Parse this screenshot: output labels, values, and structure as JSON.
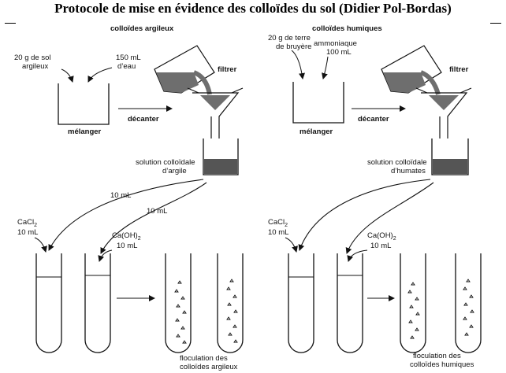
{
  "title": "Protocole de mise en évidence des colloïdes du sol (Didier Pol-Bordas)",
  "left": {
    "heading": "colloïdes argileux",
    "solid_l1": "20 g de sol",
    "solid_l2": "argileux",
    "liquid_l1": "150 mL",
    "liquid_l2": "d’eau",
    "mix_label": "mélanger",
    "decant_label": "décanter",
    "filter_label": "filtrer",
    "solution_l1": "solution colloïdale",
    "solution_l2": "d’argile",
    "vol_a": "10 mL",
    "vol_b": "10 mL",
    "reagent1": "CaCl",
    "reagent1_sub": "2",
    "reagent1_vol": "10 mL",
    "reagent2": "Ca(OH)",
    "reagent2_sub": "2",
    "reagent2_vol": "10 mL",
    "result_l1": "floculation des",
    "result_l2": "colloïdes argileux"
  },
  "right": {
    "heading": "colloïdes humiques",
    "solid_l1": "20 g de terre",
    "solid_l2": "de bruyère",
    "liquid_l1": "ammoniaque",
    "liquid_l2": "100 mL",
    "mix_label": "mélanger",
    "decant_label": "décanter",
    "filter_label": "filtrer",
    "solution_l1": "solution colloïdale",
    "solution_l2": "d’humates",
    "reagent1": "CaCl",
    "reagent1_sub": "2",
    "reagent1_vol": "10 mL",
    "reagent2": "Ca(OH)",
    "reagent2_sub": "2",
    "reagent2_vol": "10 mL",
    "result_l1": "floculation des",
    "result_l2": "colloïdes humiques"
  },
  "colors": {
    "ink": "#111111",
    "liquid": "#6e6e6e",
    "solution": "#555555"
  }
}
